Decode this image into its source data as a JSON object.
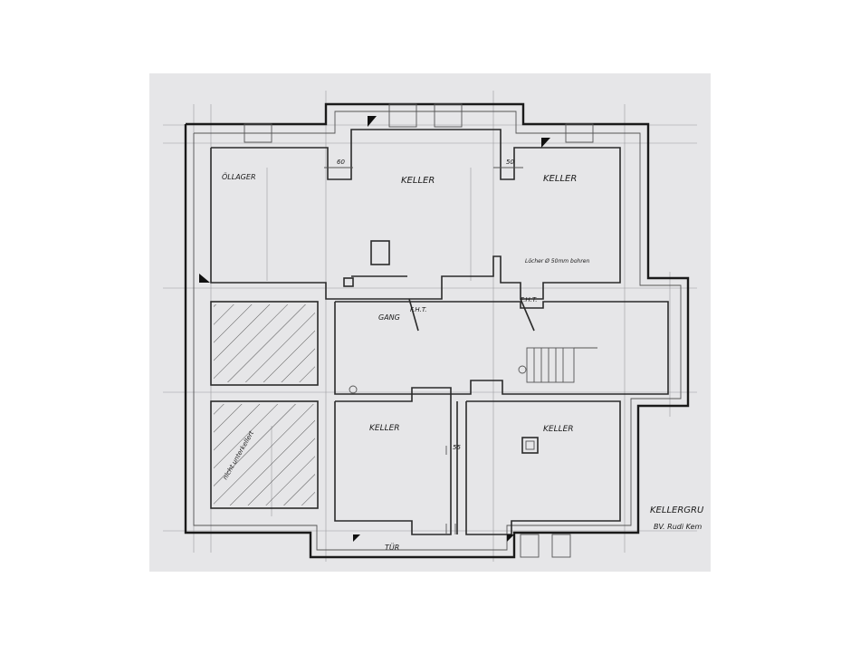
{
  "labels": {
    "oellager": "ÖLLAGER",
    "keller_top_center": "KELLER",
    "keller_top_right": "KELLER",
    "keller_bottom_left": "KELLER",
    "keller_bottom_right": "KELLER",
    "gang": "GANG",
    "fht_left": "F.H.T.",
    "fht_right": "F.H.T.",
    "tuer": "TÜR",
    "loecher": "Löcher Ø 50mm bohren",
    "nicht_unterkellert": "nicht unterkellert"
  },
  "dimensions": {
    "dim_60": "60",
    "dim_50": "50",
    "dim_55": "55"
  },
  "title_block": {
    "line1": "KELLERGRU",
    "line2": "BV. Rudi Kem"
  },
  "colors": {
    "paper": "#e6e6e8",
    "ink": "#1a1a1a",
    "guide": "#9a9a9e"
  }
}
